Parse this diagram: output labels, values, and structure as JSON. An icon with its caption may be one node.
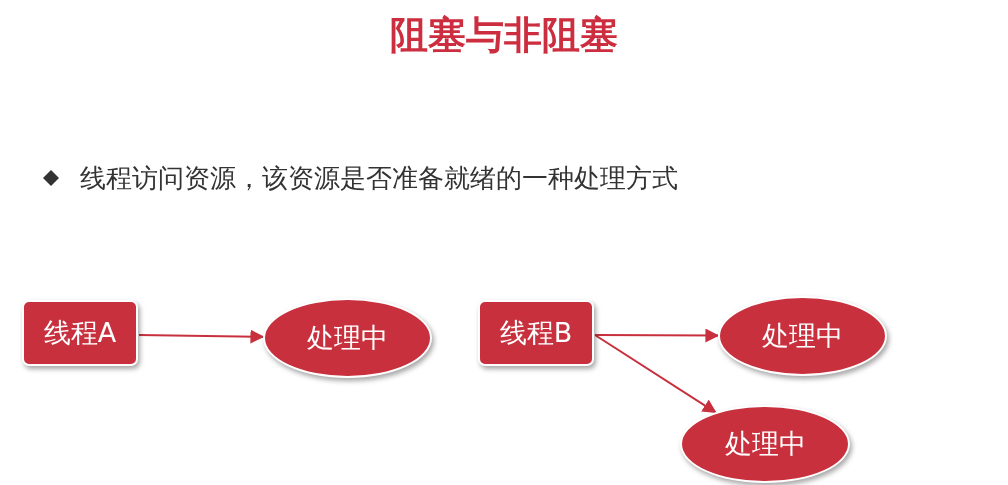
{
  "diagram": {
    "title": "阻塞与非阻塞",
    "nodes": [
      {
        "text": [
          "线程A"
        ]
      },
      {
        "text": [
          "处理中"
        ]
      },
      {
        "text": [
          "线程B"
        ]
      },
      {
        "text": [
          "处理中"
        ]
      },
      {
        "text": [
          "处理中"
        ]
      }
    ],
    "edges": [
      {
        "from": 0,
        "to": 1,
        "arrow": "to"
      },
      {
        "from": 2,
        "to": 3,
        "arrow": "to"
      },
      {
        "from": 2,
        "to": 4,
        "arrow": "to"
      }
    ],
    "labels": [
      "线程访问资源，该资源是否准备就绪的一种处理方式"
    ]
  }
}
